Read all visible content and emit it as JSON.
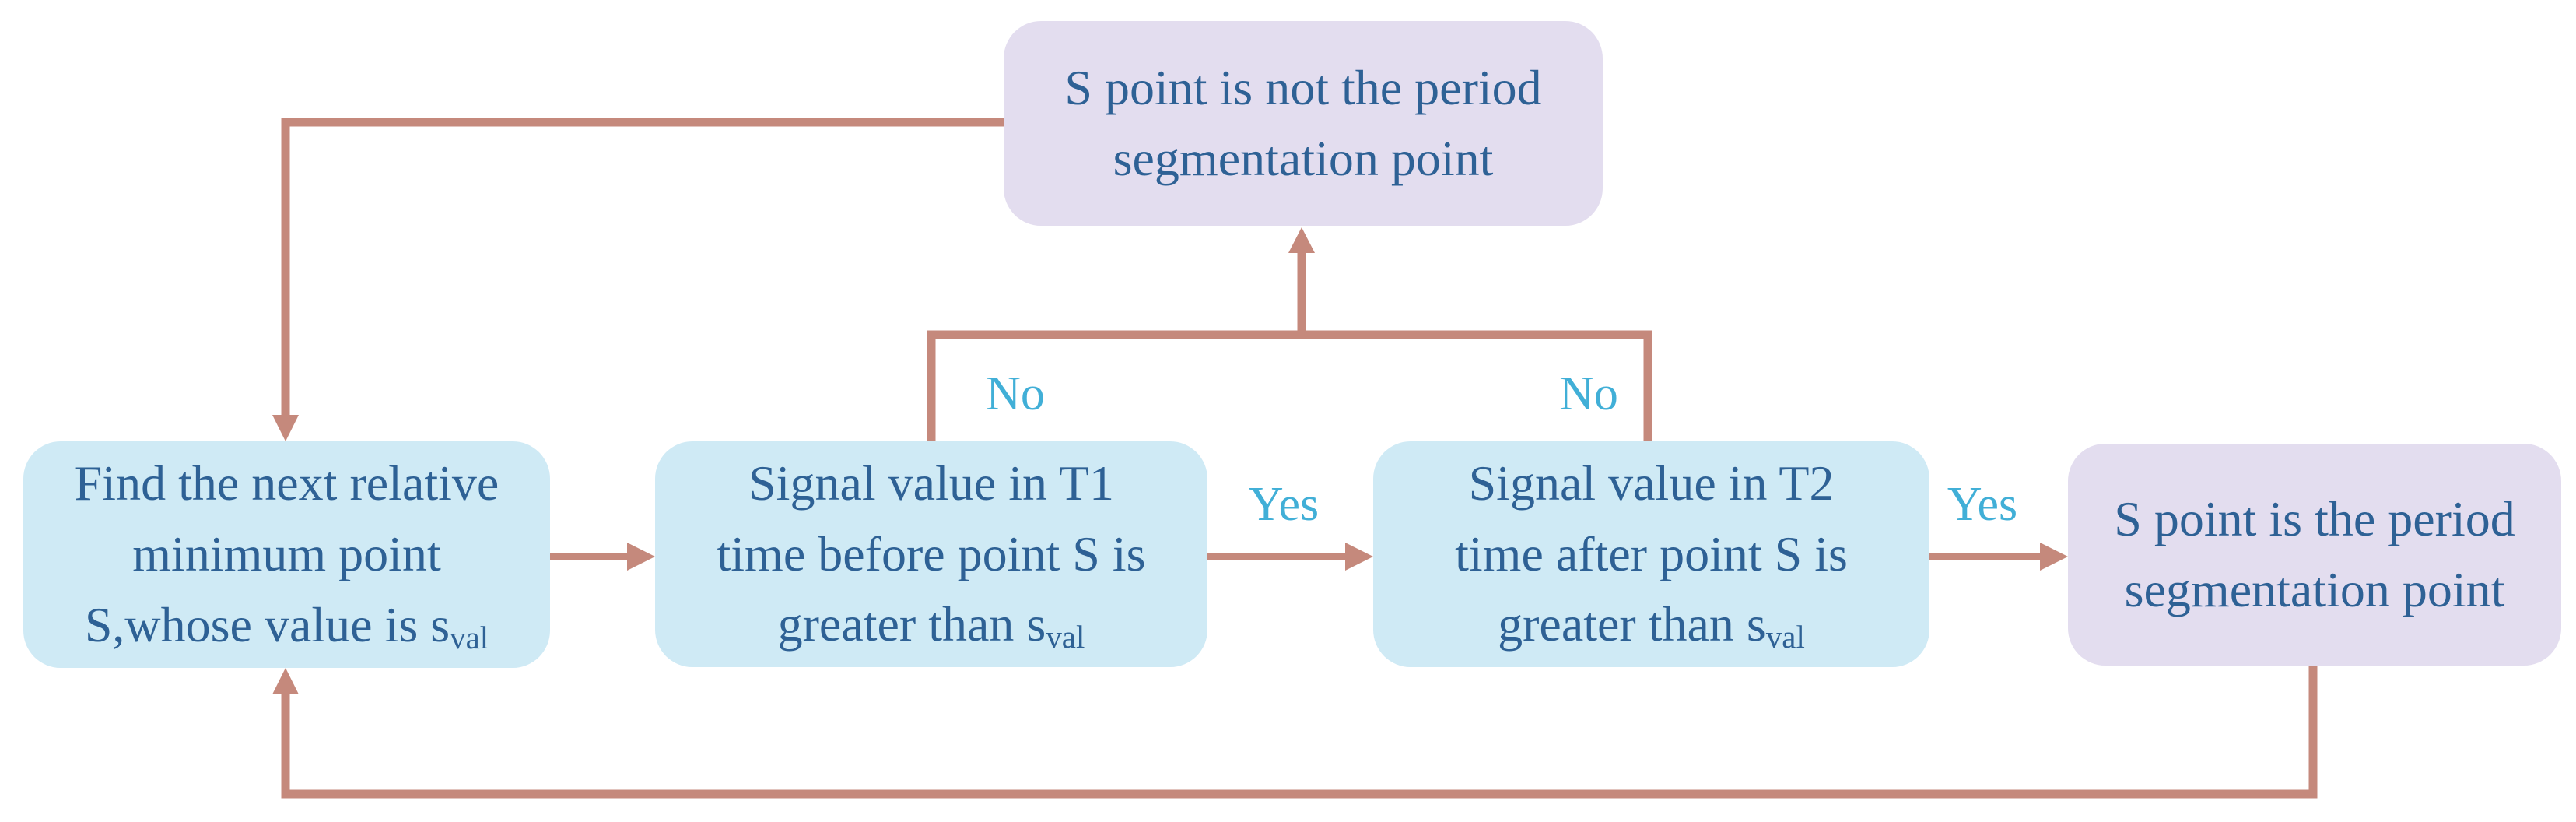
{
  "colors": {
    "connector": "#C5897C",
    "box_blue": "#CFEAF5",
    "box_lavender": "#E3DDEF",
    "text_blue": "#2E6195",
    "label_cyan": "#41AFD7",
    "background": "#FFFFFF"
  },
  "boxes": {
    "not_period": {
      "lines": [
        "S point is not the period",
        "segmentation point"
      ]
    },
    "find": {
      "lines": [
        "Find the next relative",
        "minimum point",
        "S,whose value is s"
      ],
      "subscript": "val"
    },
    "t1": {
      "lines": [
        "Signal value in T1",
        "time before point S is",
        "greater than s"
      ],
      "subscript": "val"
    },
    "t2": {
      "lines": [
        "Signal value in T2",
        "time after point S is",
        "greater than s"
      ],
      "subscript": "val"
    },
    "is_period": {
      "lines": [
        "S point is the period",
        "segmentation point"
      ]
    }
  },
  "labels": {
    "yes1": "Yes",
    "yes2": "Yes",
    "no1": "No",
    "no2": "No"
  }
}
